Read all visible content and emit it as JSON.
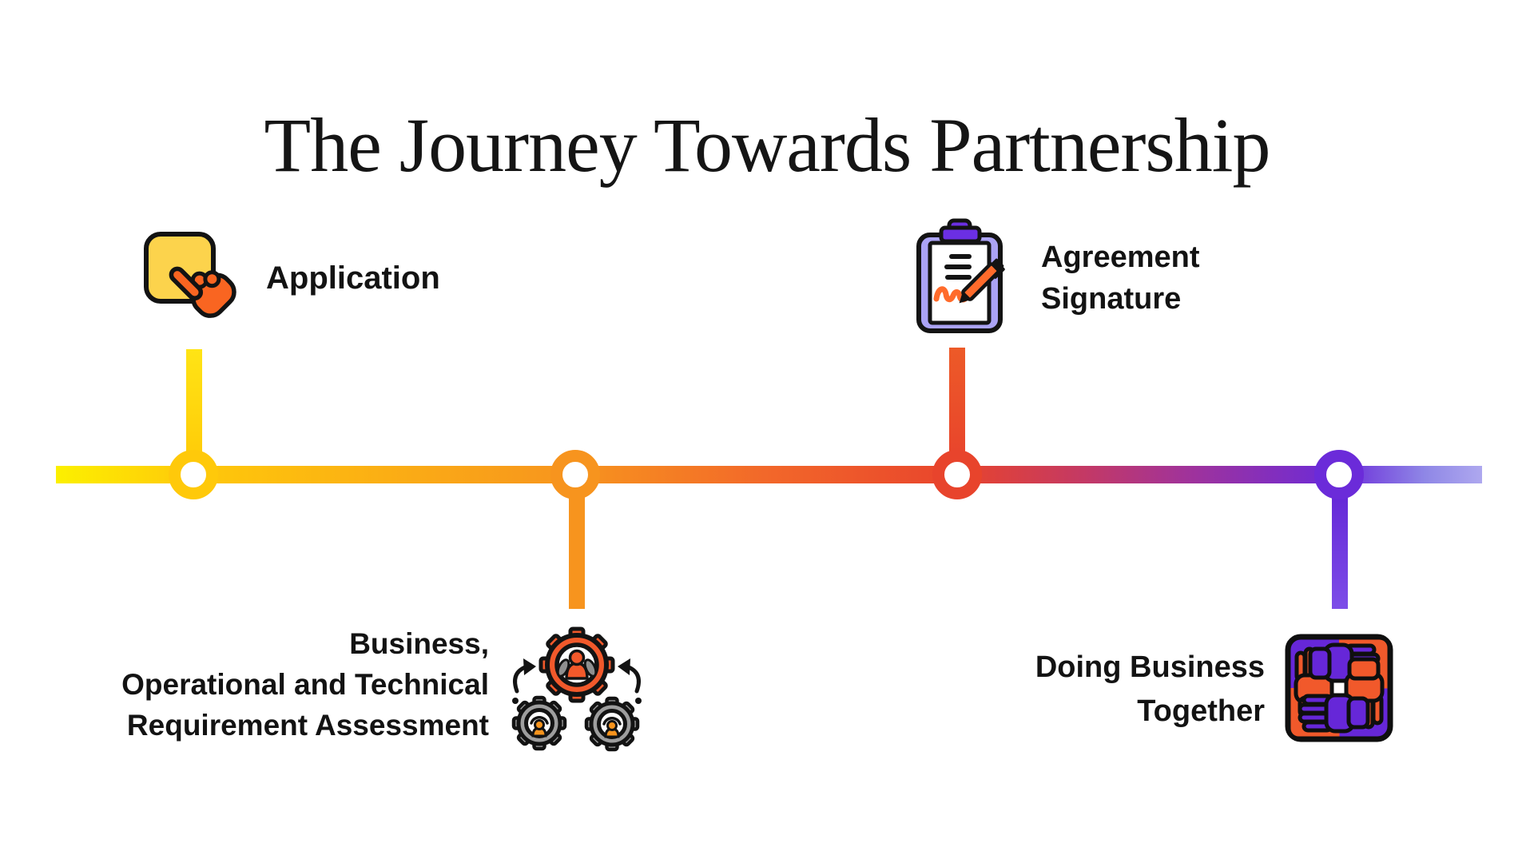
{
  "title": "The Journey Towards Partnership",
  "milestones": [
    {
      "id": "application",
      "label_lines": [
        "Application"
      ],
      "icon": "tap-application-icon",
      "node_color": "#FFC90A",
      "icon_colors": {
        "square": "#FCD34C",
        "hand": "#F96521"
      }
    },
    {
      "id": "assessment",
      "label_lines": [
        "Business,",
        "Operational and Technical",
        "Requirement Assessment"
      ],
      "icon": "gears-assessment-icon",
      "node_color": "#F7941E",
      "icon_colors": {
        "gear_orange": "#F1592B",
        "gear_gray": "#9E9E9E",
        "person_orange": "#F7941D",
        "hands_gray": "#8F8F8F"
      }
    },
    {
      "id": "agreement-signature",
      "label_lines": [
        "Agreement",
        "Signature"
      ],
      "icon": "clipboard-signature-icon",
      "node_color": "#E8442C",
      "icon_colors": {
        "board": "#ABA3F5",
        "clip": "#6B2FE3",
        "paper": "#FFFFFF",
        "ink": "#FF6B2B"
      }
    },
    {
      "id": "doing-business-together",
      "label_lines": [
        "Doing Business",
        "Together"
      ],
      "icon": "hands-together-icon",
      "node_color": "#6B2BD9",
      "icon_colors": {
        "purple": "#6627D8",
        "orange": "#F1592B",
        "center": "#FFFFFF"
      }
    }
  ],
  "timeline": {
    "gradient_stops": [
      "#FCF000",
      "#FFC90A",
      "#F7941E",
      "#E8442C",
      "#A23398",
      "#6B2BD9",
      "#AEA8EF"
    ],
    "direction": "left-to-right"
  },
  "colors": {
    "text": "#131313",
    "background": "#FFFFFF"
  }
}
